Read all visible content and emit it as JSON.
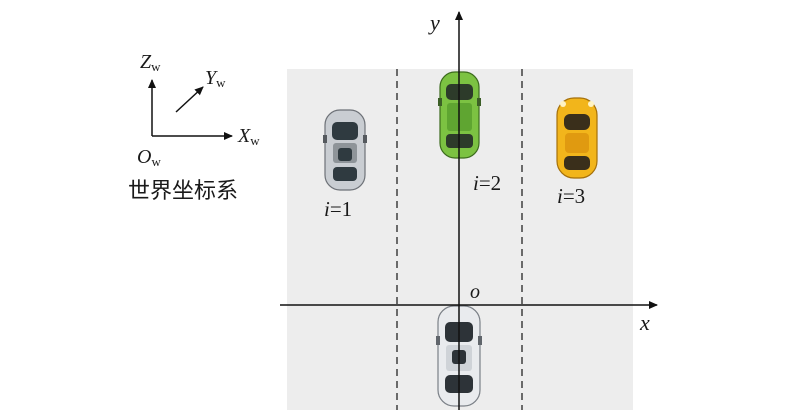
{
  "world_frame": {
    "z": "Z",
    "y": "Y",
    "x": "X",
    "o": "O",
    "sub": "w",
    "caption": "世界坐标系"
  },
  "local_axes": {
    "x": "x",
    "y": "y",
    "origin": "o"
  },
  "vehicles": [
    {
      "label_var": "i",
      "label_eq": "=1",
      "color": "#c9cdd2"
    },
    {
      "label_var": "i",
      "label_eq": "=2",
      "color": "#7cc242"
    },
    {
      "label_var": "i",
      "label_eq": "=3",
      "color": "#f2b51b"
    },
    {
      "color": "#e9ebee"
    }
  ],
  "colors": {
    "road": "#ededed",
    "lane_line": "#333333",
    "axis": "#111111"
  }
}
